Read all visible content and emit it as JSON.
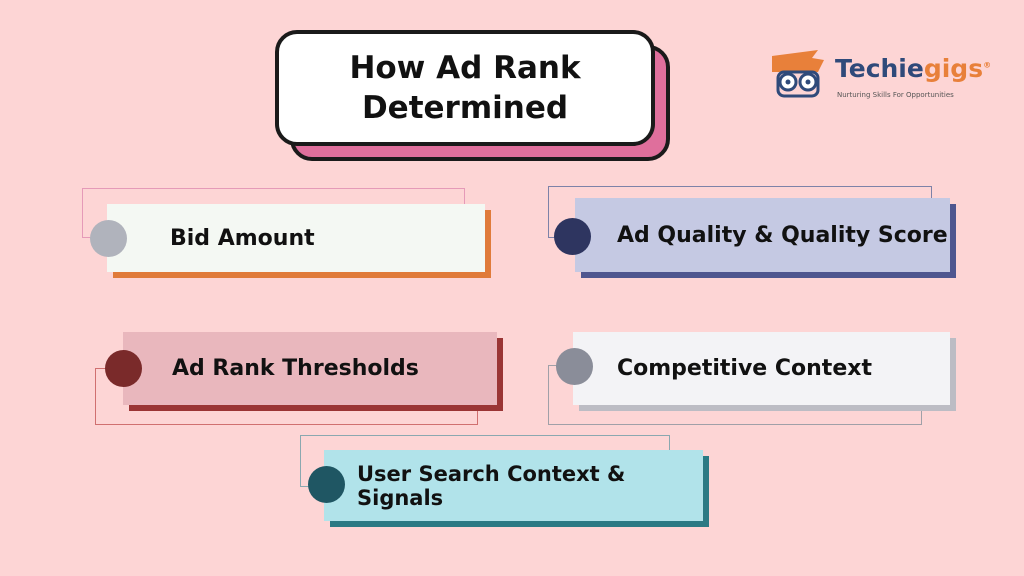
{
  "title": {
    "line1": "How Ad Rank",
    "line2": "Determined"
  },
  "logo": {
    "brand_main": "Techie",
    "brand_accent": "gigs",
    "registered": "®",
    "tagline": "Nurturing Skills For Opportunities"
  },
  "factors": [
    {
      "label": "Bid Amount"
    },
    {
      "label": "Ad Quality & Quality Score"
    },
    {
      "label": "Ad Rank Thresholds"
    },
    {
      "label": "Competitive Context"
    },
    {
      "label": "User Search Context & Signals"
    }
  ]
}
